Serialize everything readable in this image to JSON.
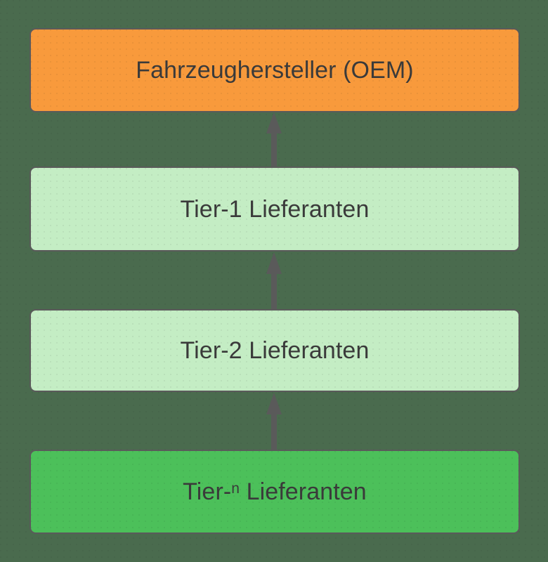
{
  "diagram": {
    "title": "Automotive supply chain tiers",
    "background_color": "#4a6b4e",
    "border_color": "#5a5a5a",
    "text_color": "#3a3a3a",
    "arrow_color": "#5a5a5a",
    "nodes": [
      {
        "id": "oem",
        "label": "Fahrzeughersteller (OEM)",
        "label_prefix": "Fahrzeughersteller (OEM)",
        "superscript": "",
        "label_suffix": "",
        "color": "#f89a3c"
      },
      {
        "id": "tier1",
        "label": "Tier-1 Lieferanten",
        "label_prefix": "Tier-1 Lieferanten",
        "superscript": "",
        "label_suffix": "",
        "color": "#c4edc4"
      },
      {
        "id": "tier2",
        "label": "Tier-2 Lieferanten",
        "label_prefix": "Tier-2 Lieferanten",
        "superscript": "",
        "label_suffix": "",
        "color": "#c4edc4"
      },
      {
        "id": "tiern",
        "label": "Tier-n Lieferanten",
        "label_prefix": "Tier-",
        "superscript": "n",
        "label_suffix": " Lieferanten",
        "color": "#4cc05a"
      }
    ],
    "edges": [
      {
        "id": "tier1-to-oem",
        "from": "tier1",
        "to": "oem",
        "direction": "up",
        "label": ""
      },
      {
        "id": "tier2-to-tier1",
        "from": "tier2",
        "to": "tier1",
        "direction": "up",
        "label": ""
      },
      {
        "id": "tiern-to-tier2",
        "from": "tiern",
        "to": "tier2",
        "direction": "up",
        "label": ""
      }
    ]
  }
}
